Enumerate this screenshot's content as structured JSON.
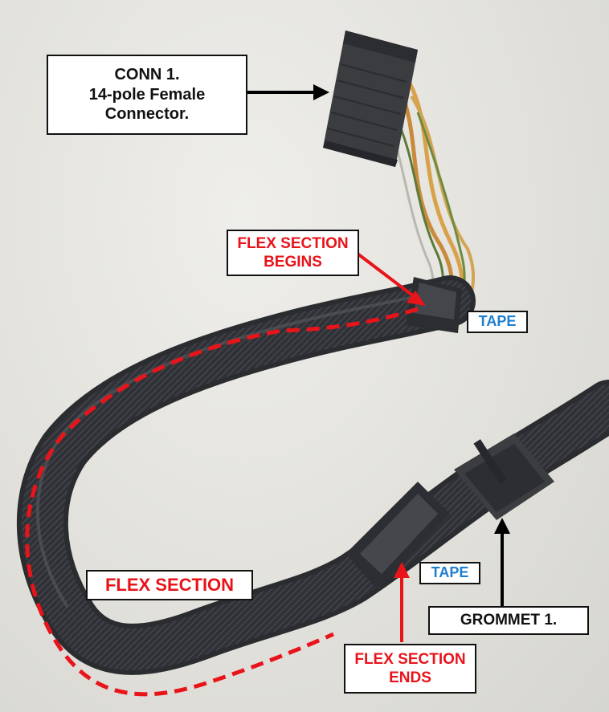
{
  "labels": {
    "conn": {
      "lines": [
        "CONN 1.",
        "14-pole Female",
        "Connector."
      ],
      "color": "#111111"
    },
    "flex_begins": {
      "lines": [
        "FLEX SECTION",
        "BEGINS"
      ],
      "color": "#e8141a"
    },
    "tape_top": {
      "text": "TAPE",
      "color": "#1f7fcf"
    },
    "flex_section": {
      "text": "FLEX SECTION",
      "color": "#e8141a"
    },
    "tape_bottom": {
      "text": "TAPE",
      "color": "#1f7fcf"
    },
    "grommet": {
      "text": "GROMMET 1.",
      "color": "#111111"
    },
    "flex_ends": {
      "lines": [
        "FLEX SECTION",
        "ENDS"
      ],
      "color": "#e8141a"
    }
  },
  "colors": {
    "harness_sleeve": "#2f3136",
    "connector_body": "#3a3c40",
    "flex_outline": "#e8141a",
    "wire_colors": [
      "#d9a24a",
      "#c98a3a",
      "#5b7a3a",
      "#b8b8b0"
    ]
  }
}
